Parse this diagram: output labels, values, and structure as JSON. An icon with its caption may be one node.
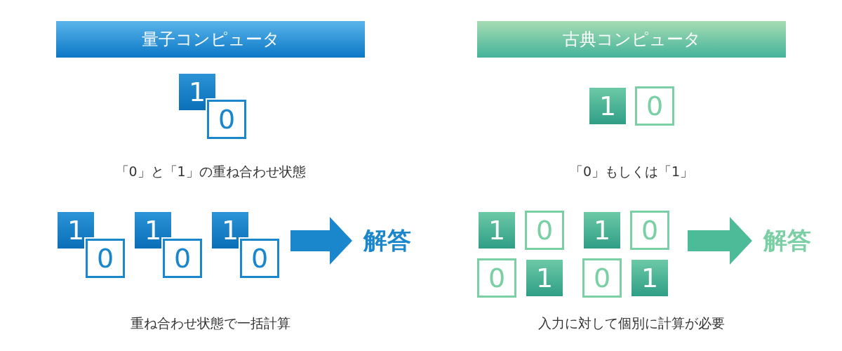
{
  "diagram": {
    "nodes": [
      {
        "text": [
          "量子コンピュータ"
        ]
      },
      {
        "text": [
          "1"
        ]
      },
      {
        "text": [
          "0"
        ]
      },
      {
        "text": [
          "古典コンピュータ"
        ]
      },
      {
        "text": [
          "1"
        ]
      },
      {
        "text": [
          "0"
        ]
      },
      {
        "text": [
          "1"
        ]
      },
      {
        "text": [
          "0"
        ]
      },
      {
        "text": [
          "1"
        ]
      },
      {
        "text": [
          "0"
        ]
      },
      {
        "text": [
          "1"
        ]
      },
      {
        "text": [
          "0"
        ]
      },
      {
        "text": [
          "解答"
        ]
      },
      {
        "text": [
          "1"
        ]
      },
      {
        "text": [
          "0"
        ]
      },
      {
        "text": [
          "1"
        ]
      },
      {
        "text": [
          "0"
        ]
      },
      {
        "text": [
          "0"
        ]
      },
      {
        "text": [
          "1"
        ]
      },
      {
        "text": [
          "0"
        ]
      },
      {
        "text": [
          "1"
        ]
      },
      {
        "text": [
          "解答"
        ]
      }
    ],
    "edges": [
      {
        "from": null,
        "to": 12,
        "arrow": "to",
        "color": "#1a86cc"
      },
      {
        "from": null,
        "to": 21,
        "arrow": "to",
        "color": "#4dbb98"
      }
    ],
    "labels": [
      "「0」と「1」の重ね合わせ状態",
      "「0」もしくは「1」",
      "重ね合わせ状態で一括計算",
      "入力に対して個別に計算が必要"
    ]
  }
}
